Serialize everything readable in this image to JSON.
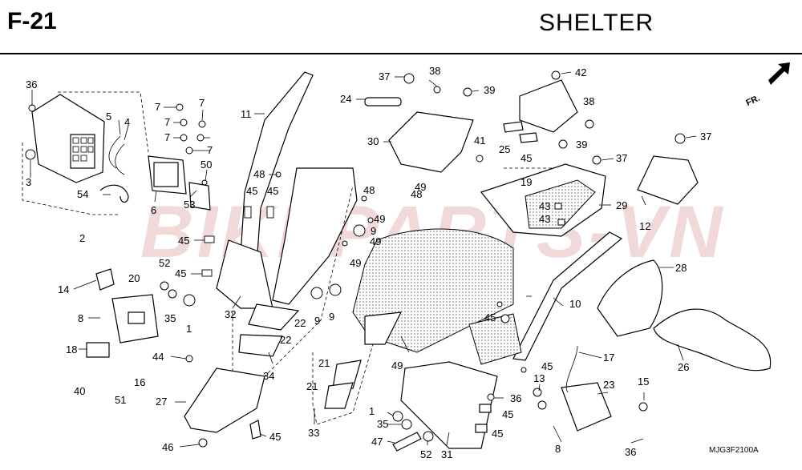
{
  "header": {
    "code": "F-21",
    "title": "SHELTER"
  },
  "watermark": "BIKEPARTS-VN",
  "direction_label": "FR.",
  "reference_code": "MJG3F2100A",
  "callouts": [
    "36",
    "3",
    "2",
    "5",
    "4",
    "54",
    "7",
    "7",
    "7",
    "7",
    "7",
    "6",
    "50",
    "53",
    "11",
    "48",
    "45",
    "45",
    "45",
    "45",
    "32",
    "14",
    "8",
    "18",
    "20",
    "52",
    "35",
    "1",
    "40",
    "51",
    "16",
    "44",
    "27",
    "46",
    "45",
    "37",
    "38",
    "39",
    "24",
    "30",
    "48",
    "49",
    "49",
    "49",
    "9",
    "9",
    "9",
    "22",
    "22",
    "34",
    "21",
    "21",
    "33",
    "1",
    "35",
    "47",
    "52",
    "31",
    "49",
    "36",
    "45",
    "45",
    "42",
    "38",
    "39",
    "41",
    "25",
    "45",
    "19",
    "37",
    "43",
    "43",
    "29",
    "49",
    "48",
    "45",
    "10",
    "45",
    "37",
    "12",
    "28",
    "26",
    "17",
    "13",
    "23",
    "15",
    "8",
    "36"
  ]
}
